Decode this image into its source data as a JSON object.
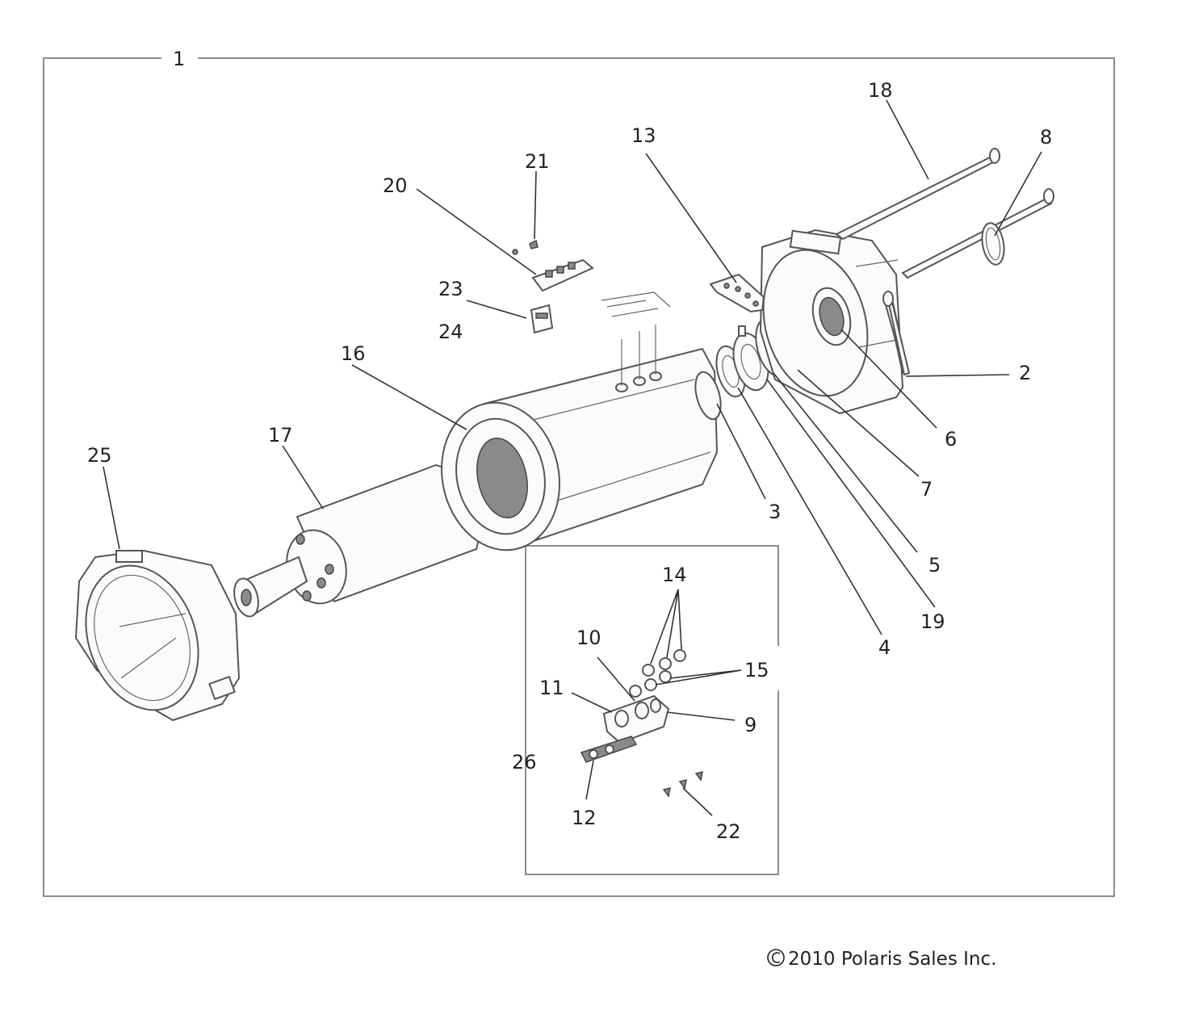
{
  "diagram": {
    "assembly_label": "1",
    "callouts": {
      "c2": "2",
      "c3": "3",
      "c4": "4",
      "c5": "5",
      "c6": "6",
      "c7": "7",
      "c8": "8",
      "c9": "9",
      "c10": "10",
      "c11": "11",
      "c12": "12",
      "c13": "13",
      "c14": "14",
      "c15": "15",
      "c16": "16",
      "c17": "17",
      "c18": "18",
      "c19": "19",
      "c20": "20",
      "c21": "21",
      "c22": "22",
      "c23": "23",
      "c24": "24",
      "c25": "25",
      "c26": "26"
    },
    "copyright": "2010 Polaris Sales Inc."
  }
}
